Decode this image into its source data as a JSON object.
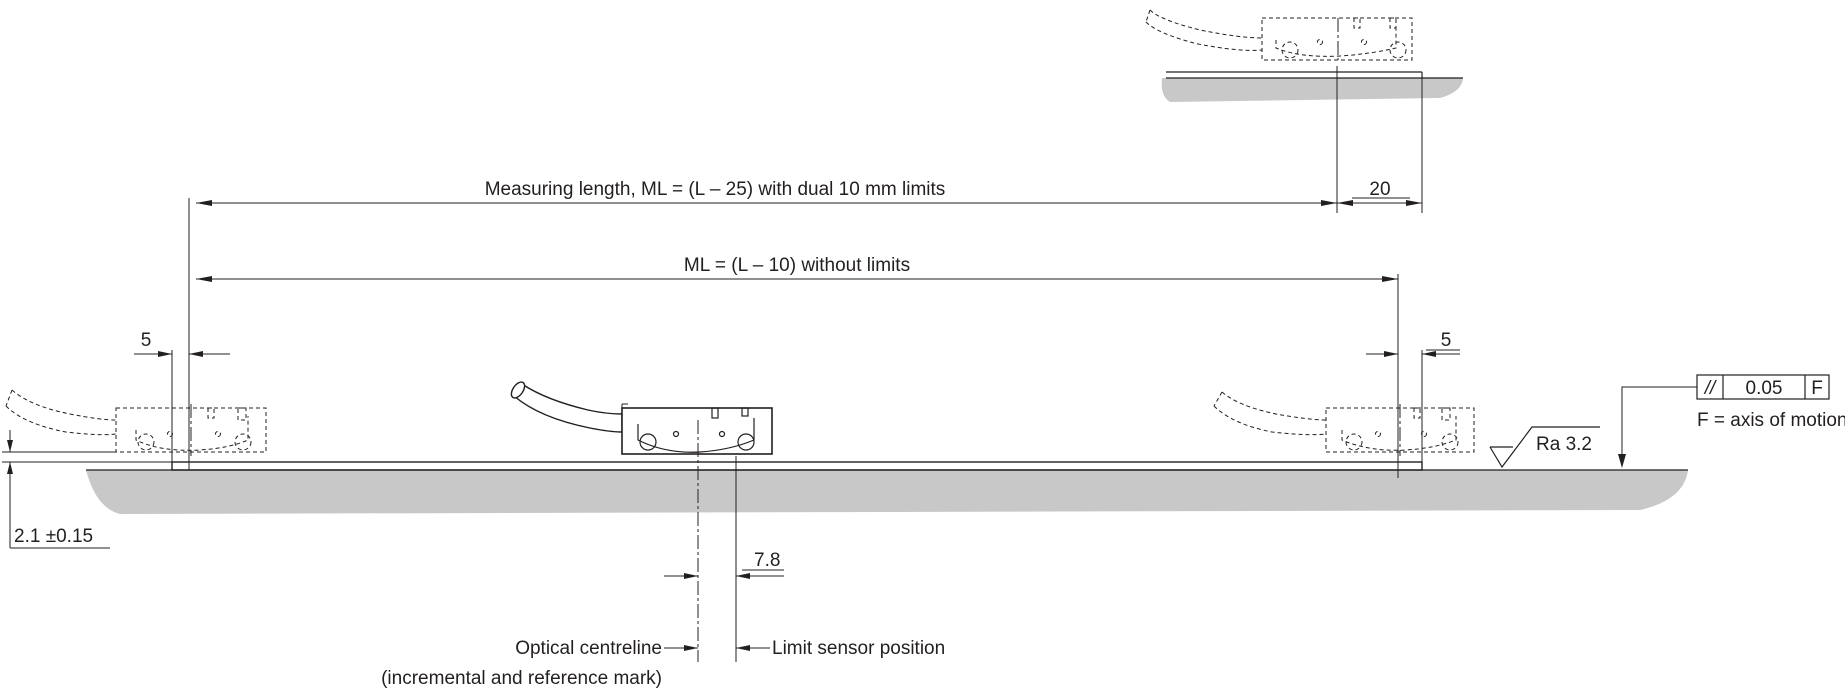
{
  "labels": {
    "measuring_length": "Measuring length, ML = (L – 25) with dual 10 mm limits",
    "ml_without_limits": "ML = (L – 10) without limits",
    "dim_20": "20",
    "dim_5_left": "5",
    "dim_5_right": "5",
    "dim_height": "2.1 ±0.15",
    "dim_7_8": "7.8",
    "optical_centreline": "Optical centreline",
    "optical_centreline_sub": "(incremental and reference mark)",
    "limit_sensor": "Limit sensor position",
    "roughness": "Ra 3.2",
    "tolerance_symbol": "//",
    "tolerance_value": "0.05",
    "tolerance_datum": "F",
    "axis_note": "F = axis of motion"
  }
}
